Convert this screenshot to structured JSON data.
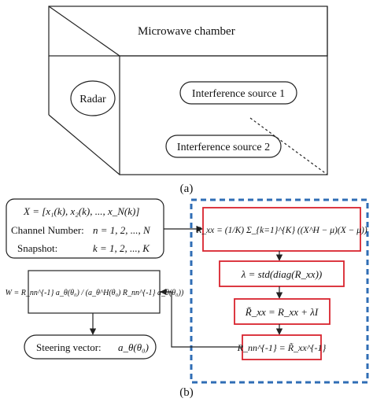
{
  "panel_a": {
    "chamber_label": "Microwave chamber",
    "radar_label": "Radar",
    "source1_label": "Interference source 1",
    "source2_label": "Interference source 2",
    "caption": "(a)"
  },
  "panel_b": {
    "input_box": {
      "line1": "X = [x₁(k), x₂(k), ..., x_N(k)]",
      "line2_label": "Channel Number:",
      "line2_value": "n = 1, 2, ..., N",
      "line3_label": "Snapshot:",
      "line3_value": "k = 1, 2, ..., K"
    },
    "covariance_formula": "R_xx = (1/K) Σ_{k=1}^{K} ((X^H − μ)(X − μ))",
    "lambda_formula": "λ = std(diag(R_xx))",
    "loading_formula": "R̃_xx = R_xx + λI",
    "inverse_formula": "R_nn^{-1} = R̃_xx^{-1}",
    "weight_formula": "W = R_nn^{-1} a_θ(θ₀) / (a_θ^H(θ₀) R_nn^{-1} a_θ(θ₀))",
    "steering_label": "Steering vector:",
    "steering_value": "a_θ(θ₀)",
    "caption": "(b)"
  },
  "colors": {
    "red_box": "#d9232e",
    "dashed_border": "#2f6db5",
    "line": "#222222"
  }
}
